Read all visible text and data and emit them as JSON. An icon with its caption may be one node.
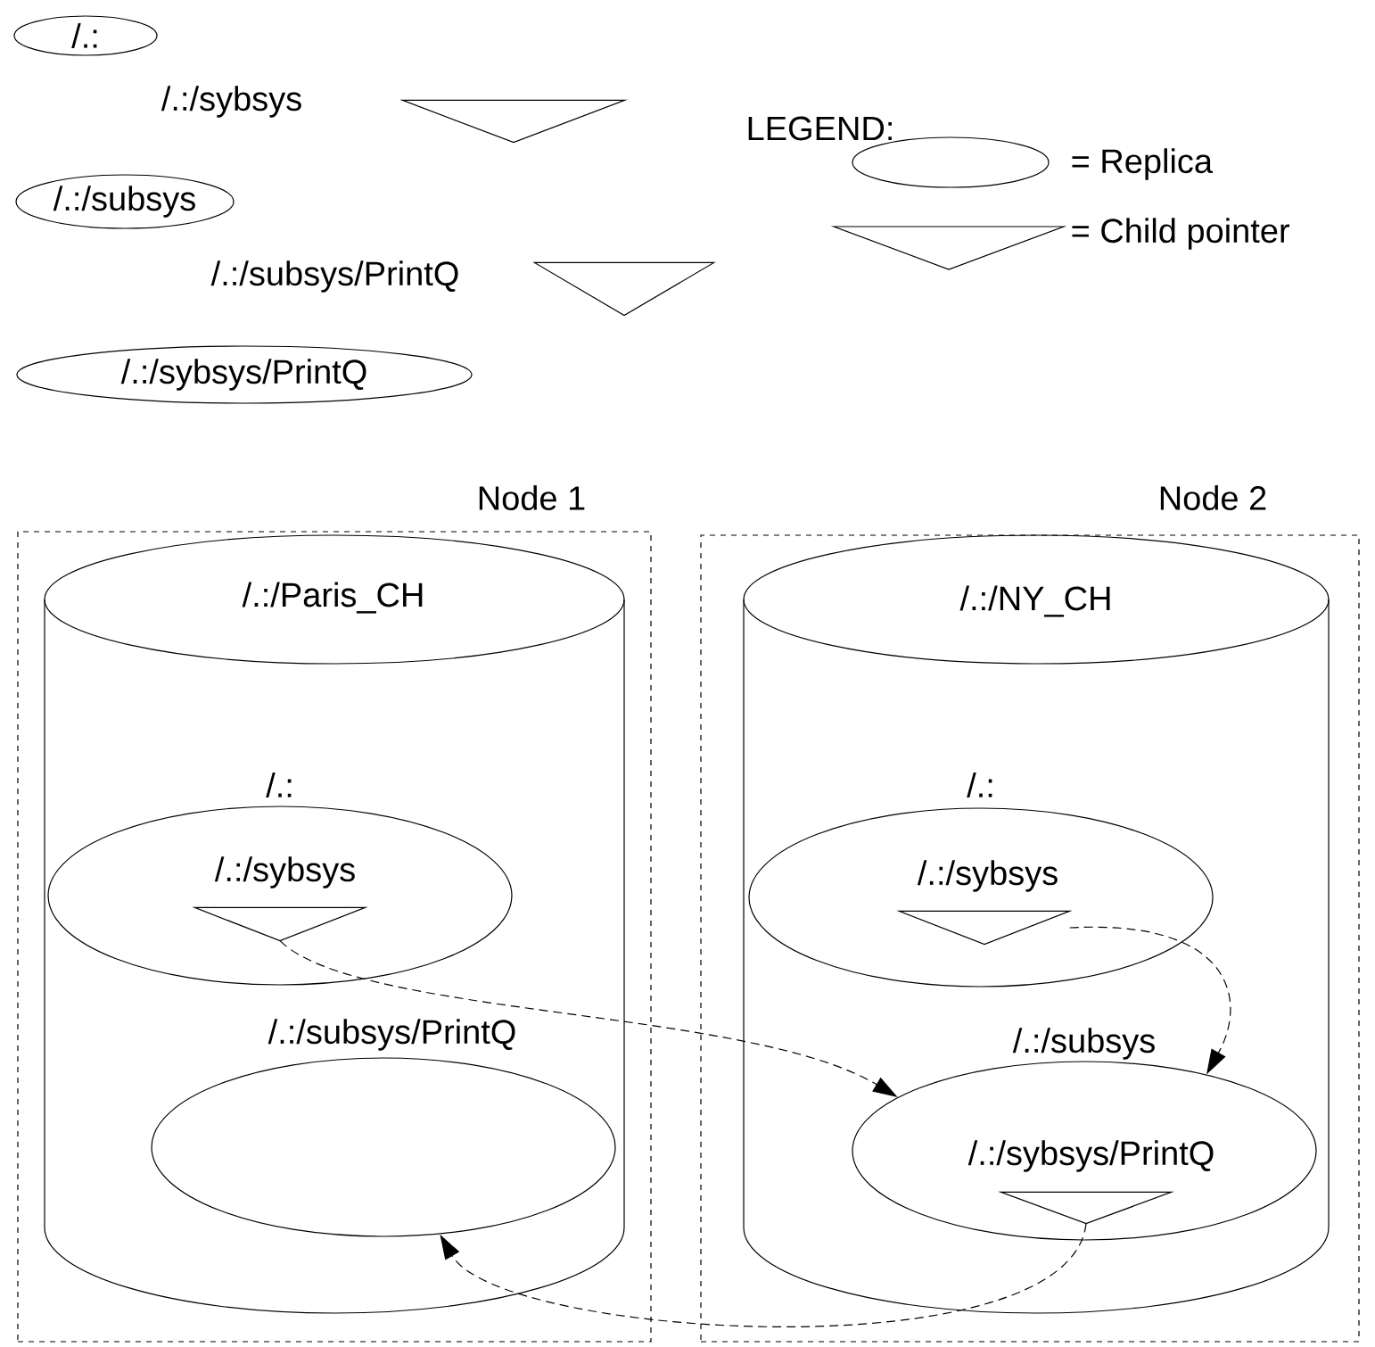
{
  "diagram": {
    "nodes": [
      {
        "text": [
          "/.:"
        ]
      },
      {
        "text": [],
        "shape": "triangle"
      },
      {
        "text": [
          "/.:/subsys"
        ]
      },
      {
        "text": [],
        "shape": "triangle"
      },
      {
        "text": [
          "/.:/sybsys/PrintQ"
        ]
      },
      {
        "text": [
          "Node 1"
        ]
      },
      {
        "text": [
          "/.:/Paris_CH"
        ],
        "in": 5
      },
      {
        "text": [
          "/.:",
          "/.:/sybsys"
        ],
        "in": 6
      },
      {
        "text": [],
        "shape": "triangle",
        "in": 7
      },
      {
        "text": [
          "/.:/subsys/PrintQ"
        ],
        "in": 6
      },
      {
        "text": [
          "Node 2"
        ]
      },
      {
        "text": [
          "/.:/NY_CH"
        ],
        "in": 10
      },
      {
        "text": [
          "/.:",
          "/.:/sybsys"
        ],
        "in": 11
      },
      {
        "text": [],
        "shape": "triangle",
        "in": 12
      },
      {
        "text": [
          "/.:/subsys",
          "/.:/sybsys/PrintQ"
        ],
        "in": 11
      },
      {
        "text": [],
        "shape": "triangle",
        "in": 14
      }
    ],
    "edges": [
      {
        "from": 8,
        "to": 14,
        "arrow": "to",
        "style": "dashed"
      },
      {
        "from": 13,
        "to": 14,
        "arrow": "to",
        "style": "dashed"
      },
      {
        "from": 15,
        "to": 9,
        "arrow": "to",
        "style": "dashed"
      }
    ],
    "labels": [
      "/.:/sybsys",
      "LEGEND:",
      "/.:/subsys/PrintQ"
    ],
    "legend": [
      {
        "text": "= Replica"
      },
      {
        "text": "= Child pointer"
      }
    ]
  }
}
